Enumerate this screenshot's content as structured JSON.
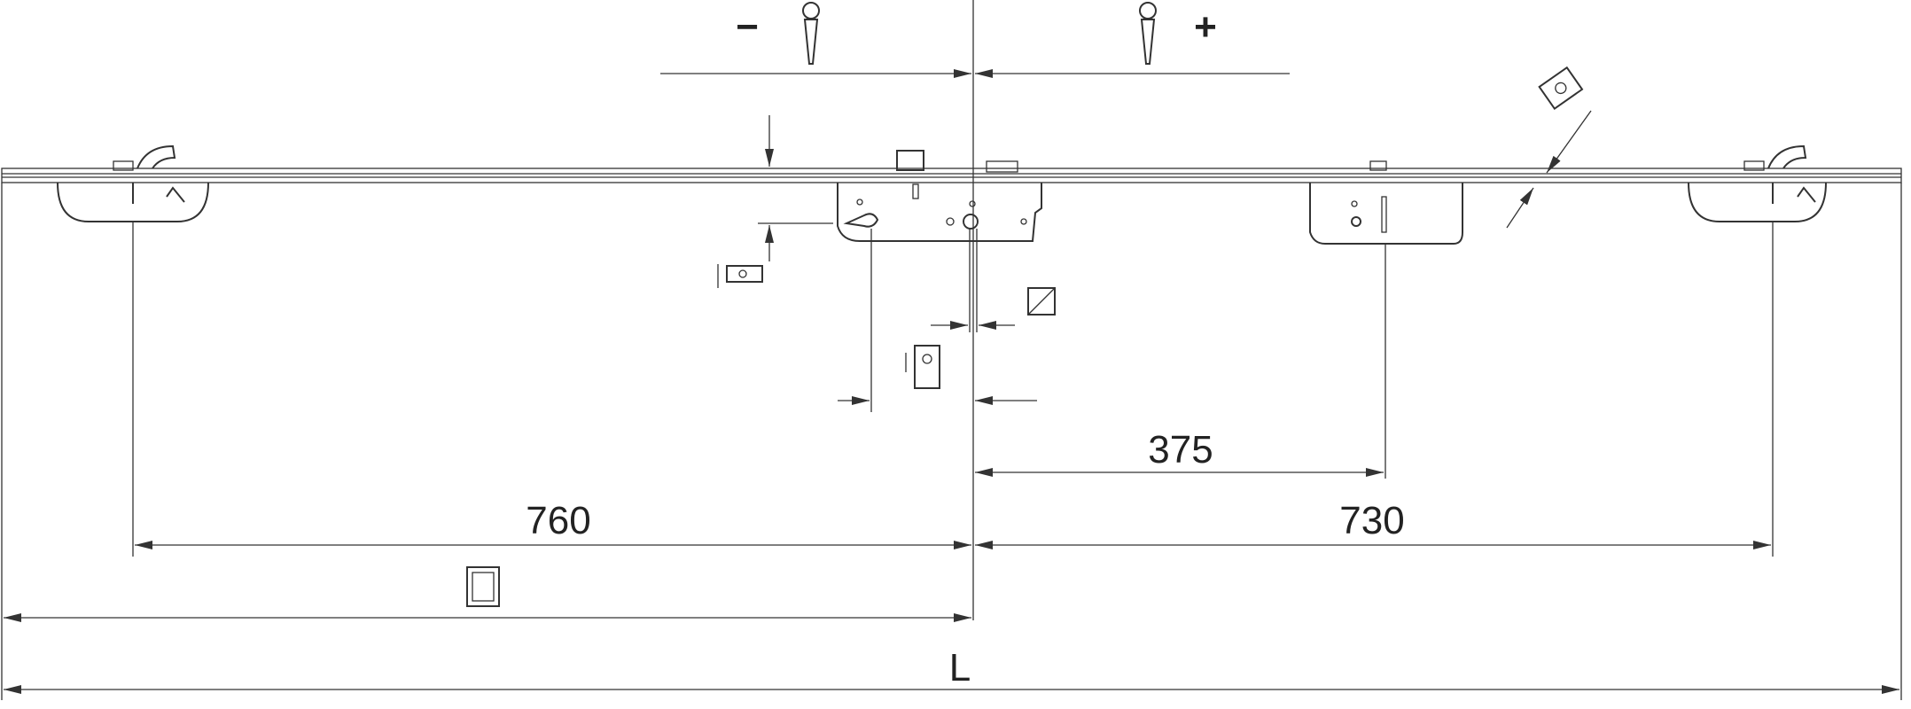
{
  "diagram": {
    "adjust_minus": "−",
    "adjust_plus": "+",
    "dim_375": "375",
    "dim_760": "760",
    "dim_730": "730",
    "dim_total": "L",
    "line_color": "#333333"
  }
}
